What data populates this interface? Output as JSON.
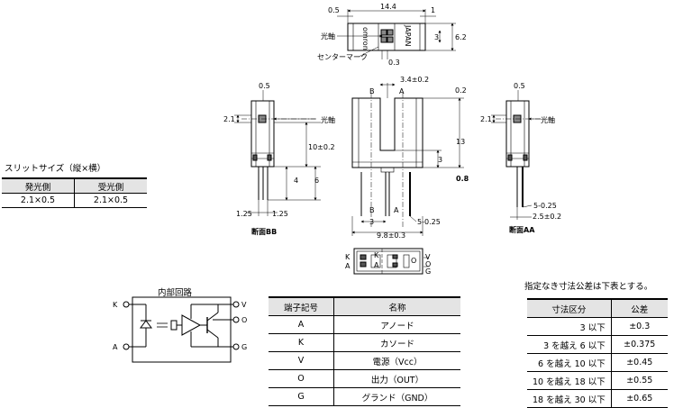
{
  "top_view": {
    "dim_width": "14.4",
    "dim_left": "0.5",
    "dim_right": "1",
    "dim_height": "6.2",
    "dim_slot": "3",
    "dim_center": "0.3",
    "optical_axis_label": "光軸",
    "center_mark_label": "センターマーク",
    "brand_text": "omron",
    "origin_text": "JAPAN"
  },
  "front_view": {
    "dim_top": "3.4±0.2",
    "dim_right_top": "0.2",
    "dim_height": "13",
    "dim_slot_depth": "3",
    "dim_bottom": "0.8",
    "dim_pin_pitch": "3",
    "dim_pin_width": "5-0.25",
    "dim_overall": "9.8±0.3",
    "section_b": "B",
    "section_a": "A"
  },
  "left_view": {
    "dim_top": "0.5",
    "dim_slit": "2.1",
    "dim_mid": "10±0.2",
    "dim_lead": "4",
    "dim_lead2": "6",
    "dim_pitch_left": "1.25",
    "dim_pitch_right": "1.25",
    "optical_axis_label": "光軸",
    "section_title": "断面BB"
  },
  "right_view": {
    "dim_top": "0.5",
    "dim_slit": "2.1",
    "dim_pin_width": "5-0.25",
    "dim_pitch": "2.5±0.2",
    "optical_axis_label": "光軸",
    "section_title": "断面AA"
  },
  "bottom_view": {
    "pin_k": "K",
    "pin_a": "A",
    "pin_v": "V",
    "pin_o": "O",
    "pin_g": "G"
  },
  "slit_table": {
    "title": "スリットサイズ（縦×横）",
    "headers": [
      "発光側",
      "受光側"
    ],
    "values": [
      "2.1×0.5",
      "2.1×0.5"
    ]
  },
  "circuit": {
    "title": "内部回路",
    "pins": {
      "k": "K",
      "a": "A",
      "v": "V",
      "o": "O",
      "g": "G"
    }
  },
  "terminal_table": {
    "headers": [
      "端子記号",
      "名称"
    ],
    "rows": [
      [
        "A",
        "アノード"
      ],
      [
        "K",
        "カソード"
      ],
      [
        "V",
        "電源（Vcc）"
      ],
      [
        "O",
        "出力（OUT）"
      ],
      [
        "G",
        "グランド（GND）"
      ]
    ]
  },
  "tolerance_table": {
    "caption": "指定なき寸法公差は下表とする。",
    "headers": [
      "寸法区分",
      "公差"
    ],
    "rows": [
      [
        "3 以下",
        "±0.3"
      ],
      [
        "3 を越え 6 以下",
        "±0.375"
      ],
      [
        "6 を越え 10 以下",
        "±0.45"
      ],
      [
        "10 を越え 18 以下",
        "±0.55"
      ],
      [
        "18 を越え 30 以下",
        "±0.65"
      ]
    ]
  }
}
